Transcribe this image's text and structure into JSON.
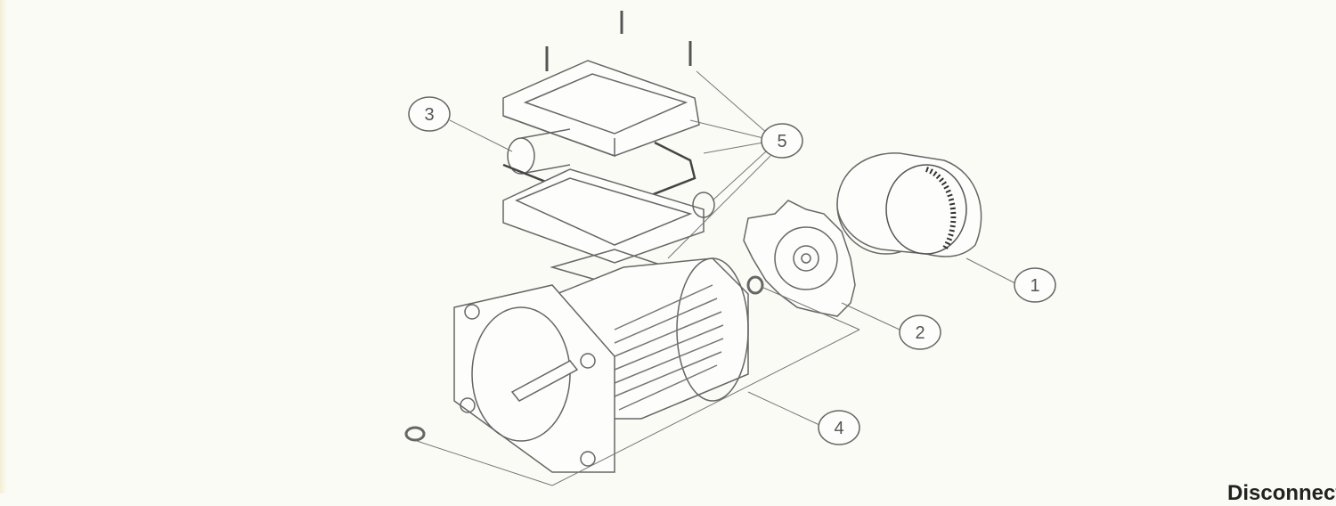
{
  "diagram": {
    "title": "Motor exploded view",
    "callouts": [
      {
        "id": "3",
        "label": "3"
      },
      {
        "id": "5",
        "label": "5"
      },
      {
        "id": "1",
        "label": "1"
      },
      {
        "id": "2",
        "label": "2"
      },
      {
        "id": "4",
        "label": "4"
      }
    ],
    "caption": "Disconnect",
    "colors": {
      "line": "#555555",
      "background": "#fbfbf6"
    }
  }
}
